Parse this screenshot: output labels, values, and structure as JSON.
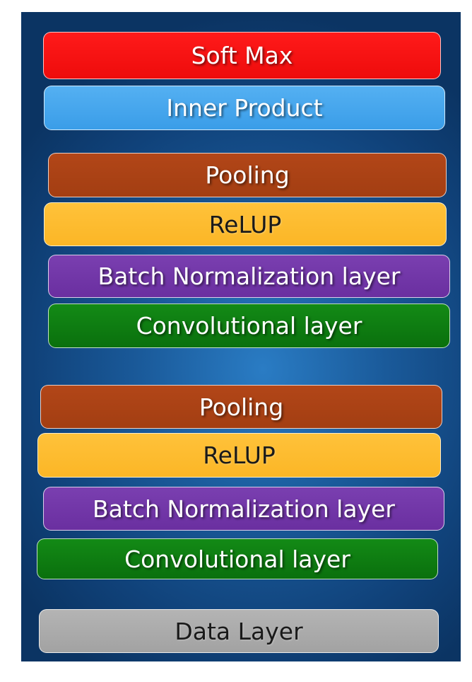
{
  "diagram": {
    "layers": [
      {
        "key": "softmax",
        "label": "Soft Max",
        "color": "#f01010"
      },
      {
        "key": "inner-product",
        "label": "Inner Product",
        "color": "#45a6ee"
      },
      {
        "key": "pooling-2",
        "label": "Pooling",
        "color": "#aa4016"
      },
      {
        "key": "relup-2",
        "label": "ReLUP",
        "color": "#fdbb2f"
      },
      {
        "key": "batch-norm-2",
        "label": "Batch Normalization layer",
        "color": "#7035a6"
      },
      {
        "key": "conv-2",
        "label": "Convolutional layer",
        "color": "#0d7a10"
      },
      {
        "key": "pooling-1",
        "label": "Pooling",
        "color": "#aa4016"
      },
      {
        "key": "relup-1",
        "label": "ReLUP",
        "color": "#fdbb2f"
      },
      {
        "key": "batch-norm-1",
        "label": "Batch Normalization layer",
        "color": "#7035a6"
      },
      {
        "key": "conv-1",
        "label": "Convolutional layer",
        "color": "#0d7a10"
      },
      {
        "key": "data",
        "label": "Data Layer",
        "color": "#aaaaaa"
      }
    ]
  }
}
